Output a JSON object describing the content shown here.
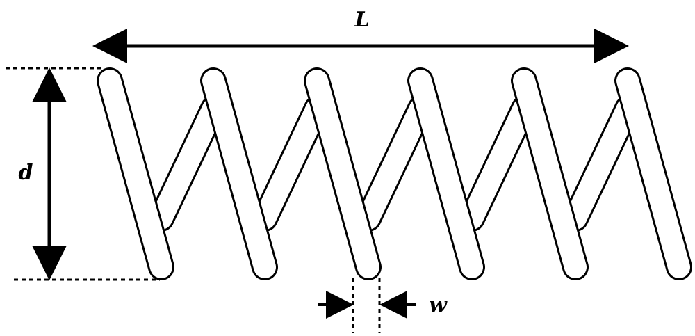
{
  "diagram": {
    "labels": {
      "length": "L",
      "diameter": "d",
      "width": "w"
    },
    "turns": 6,
    "colors": {
      "stroke": "#000000",
      "fill": "#ffffff",
      "background": "#ffffff"
    }
  }
}
